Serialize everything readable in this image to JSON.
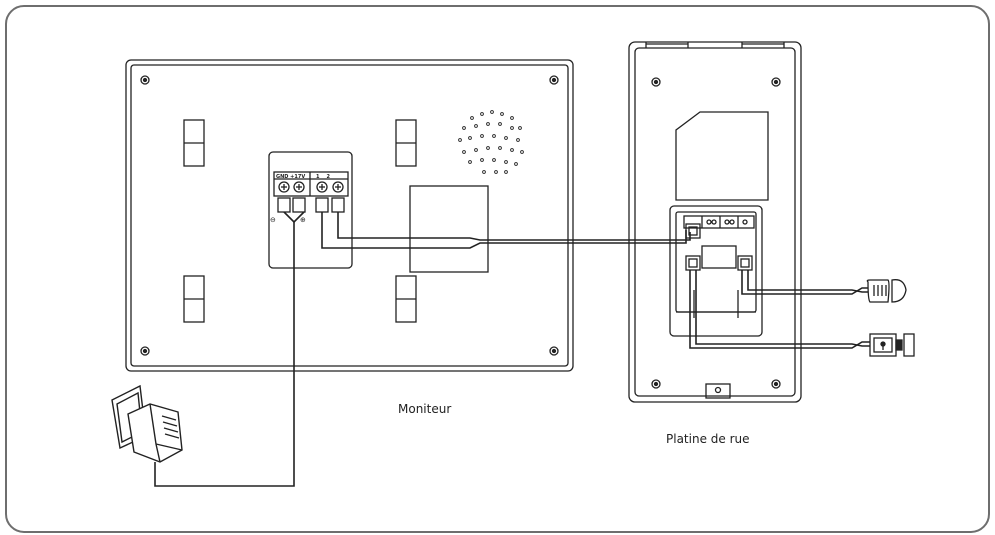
{
  "labels": {
    "monitor": "Moniteur",
    "door_station": "Platine de rue",
    "terminal_power": "GND +17V",
    "terminal_bus": "1    2",
    "polarity_minus": "⊖",
    "polarity_plus": "⊕"
  },
  "colors": {
    "stroke": "#222222",
    "frame": "#6e6e6e",
    "background": "#ffffff"
  },
  "icons": {
    "power_adapter": "power-adapter-icon",
    "push_button": "push-button-icon",
    "door_lock": "electric-lock-icon"
  }
}
